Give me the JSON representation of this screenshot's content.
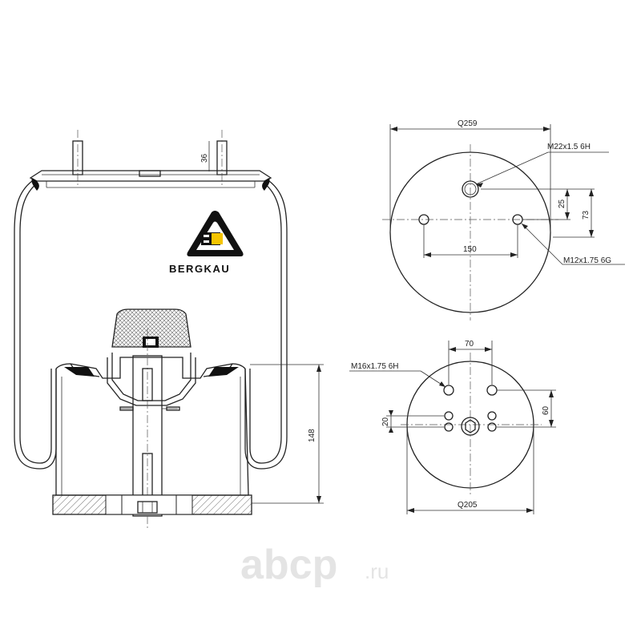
{
  "brand": {
    "name": "BERGKAU"
  },
  "watermark": {
    "name": "abcp",
    "suffix": ".ru"
  },
  "side_view": {
    "dim_stud_height": "36",
    "dim_height": "148"
  },
  "top_view": {
    "dim_diameter": "Q259",
    "dim_center_hole": "M22x1.5 6H",
    "dim_spacing": "150",
    "dim_offset_a": "25",
    "dim_offset_b": "73",
    "dim_side_hole": "M12x1.75 6G"
  },
  "bottom_view": {
    "dim_width": "70",
    "dim_holes": "M16x1.75 6H",
    "dim_height": "60",
    "dim_small": "20",
    "dim_diameter": "Q205"
  }
}
